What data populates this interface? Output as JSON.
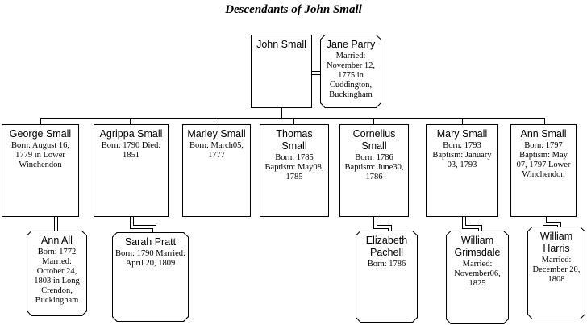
{
  "title": "Descendants of John Small",
  "root": {
    "husband": {
      "name": "John Small",
      "details": ""
    },
    "wife": {
      "name": "Jane Parry",
      "details": "Married: November 12, 1775 in Cuddington, Buckingham"
    }
  },
  "children": [
    {
      "name": "George Small",
      "details": "Born: August 16, 1779 in Lower Winchendon",
      "spouse": {
        "name": "Ann All",
        "details": "Born: 1772 Married: October 24, 1803 in Long Crendon, Buckingham"
      }
    },
    {
      "name": "Agrippa Small",
      "details": "Born: 1790 Died: 1851",
      "spouse": {
        "name": "Sarah Pratt",
        "details": "Born: 1790 Married: April 20, 1809"
      }
    },
    {
      "name": "Marley Small",
      "details": "Born: March05, 1777"
    },
    {
      "name": "Thomas Small",
      "details": "Born: 1785 Baptism: May08, 1785"
    },
    {
      "name": "Cornelius Small",
      "details": "Born: 1786 Baptism: June30, 1786",
      "spouse": {
        "name": "Elizabeth Pachell",
        "details": "Born: 1786"
      }
    },
    {
      "name": "Mary Small",
      "details": "Born: 1793 Baptism: January 03, 1793",
      "spouse": {
        "name": "William Grimsdale",
        "details": "Married: November06, 1825"
      }
    },
    {
      "name": "Ann Small",
      "details": "Born: 1797 Baptism: May 07, 1797 Lower Winchendon",
      "spouse": {
        "name": "William Harris",
        "details": "Married: December 20, 1808"
      }
    }
  ]
}
